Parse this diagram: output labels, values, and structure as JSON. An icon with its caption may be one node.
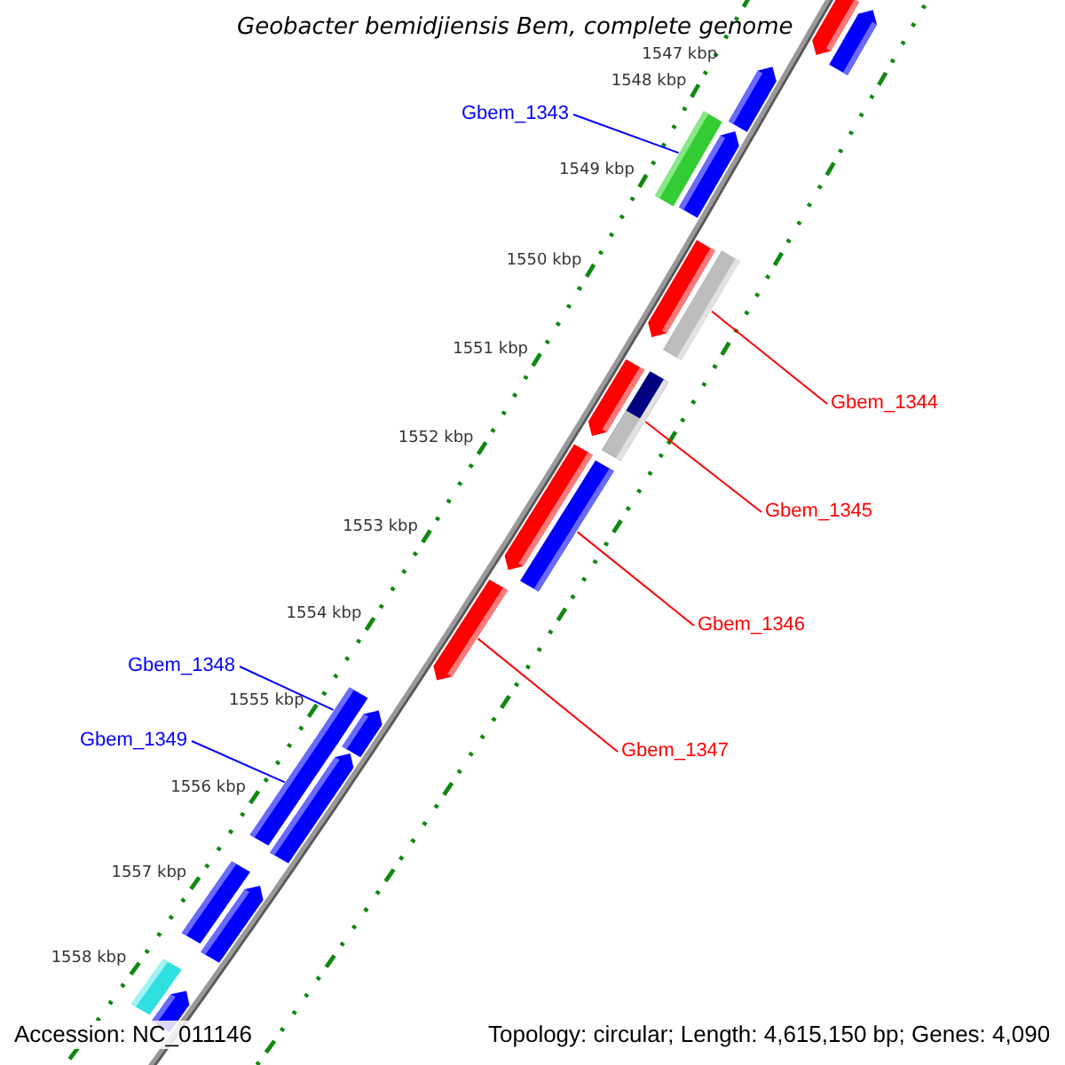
{
  "diagram": {
    "title": "Geobacter bemidjiensis Bem, complete genome",
    "nodes": [
      {
        "text": [
          "Gbem_1343"
        ]
      },
      {
        "text": [
          "Gbem_1344"
        ]
      },
      {
        "text": [
          "Gbem_1345"
        ]
      },
      {
        "text": [
          "Gbem_1346"
        ]
      },
      {
        "text": [
          "Gbem_1347"
        ]
      },
      {
        "text": [
          "Gbem_1348"
        ]
      },
      {
        "text": [
          "Gbem_1349"
        ]
      },
      {
        "text": [],
        "shape": "bar"
      },
      {
        "text": [],
        "shape": "bar"
      },
      {
        "text": [],
        "shape": "bar"
      },
      {
        "text": [],
        "shape": "bar"
      },
      {
        "text": [],
        "shape": "bar"
      },
      {
        "text": [],
        "shape": "bar"
      },
      {
        "text": [],
        "shape": "bar"
      },
      {
        "text": [],
        "shape": "bar"
      },
      {
        "text": [],
        "shape": "bar"
      },
      {
        "text": [],
        "shape": "bar"
      },
      {
        "text": [],
        "shape": "bar"
      },
      {
        "text": [],
        "shape": "bar"
      },
      {
        "text": [],
        "shape": "bar"
      },
      {
        "text": [],
        "shape": "bar"
      },
      {
        "text": [],
        "shape": "bar"
      },
      {
        "text": [],
        "shape": "bar"
      },
      {
        "text": [],
        "shape": "bar"
      },
      {
        "text": [],
        "shape": "bar"
      },
      {
        "text": [],
        "shape": "bar"
      },
      {
        "text": [],
        "shape": "bar"
      }
    ],
    "edges": [
      {
        "from": 0,
        "to": 10,
        "arrow": "none",
        "color": "#0000ff"
      },
      {
        "from": 1,
        "to": 12,
        "arrow": "none"
      },
      {
        "from": 2,
        "to": 14,
        "arrow": "none"
      },
      {
        "from": 3,
        "to": 17,
        "arrow": "none"
      },
      {
        "from": 4,
        "to": 18,
        "arrow": "none"
      },
      {
        "from": 5,
        "to": 19,
        "arrow": "none",
        "color": "#0000ff"
      },
      {
        "from": 6,
        "to": 21,
        "arrow": "none",
        "color": "#0000ff"
      }
    ],
    "labels": [
      "1547 kbp",
      "1548 kbp",
      "1549 kbp",
      "1550 kbp",
      "1551 kbp",
      "1552 kbp",
      "1553 kbp",
      "1554 kbp",
      "1555 kbp",
      "1556 kbp",
      "1557 kbp",
      "1558 kbp",
      "Accession: NC_011146",
      "Topology: circular; Length: 4,615,150 bp; Genes: 4,090"
    ]
  }
}
